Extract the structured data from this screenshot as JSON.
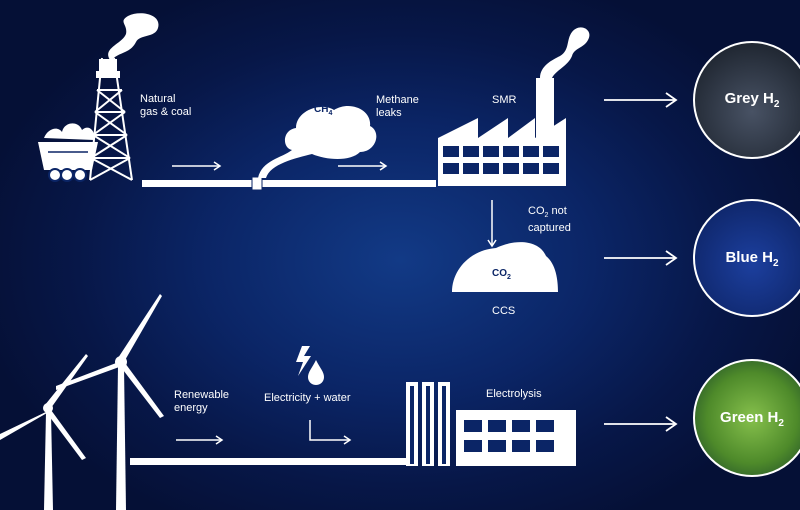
{
  "labels": {
    "natural_gas_coal": "Natural\ngas & coal",
    "methane_leaks": "Methane\nleaks",
    "ch4_base": "CH",
    "ch4_sub": "4",
    "smr": "SMR",
    "co2_not_captured_line1a": "CO",
    "co2_not_captured_sub": "2",
    "co2_not_captured_line1b": " not",
    "co2_not_captured_line2": "captured",
    "co2_base": "CO",
    "co2_sub": "2",
    "ccs": "CCS",
    "renewable_energy": "Renewable\nenergy",
    "electricity_water": "Electricity + water",
    "electrolysis": "Electrolysis"
  },
  "outputs": [
    {
      "name": "Grey H",
      "sub": "2",
      "color": "#2b3340"
    },
    {
      "name": "Blue H",
      "sub": "2",
      "color": "#14307e"
    },
    {
      "name": "Green H",
      "sub": "2",
      "color": "#6aa43a"
    }
  ],
  "colors": {
    "background": "#0b2566",
    "foreground": "#ffffff"
  }
}
